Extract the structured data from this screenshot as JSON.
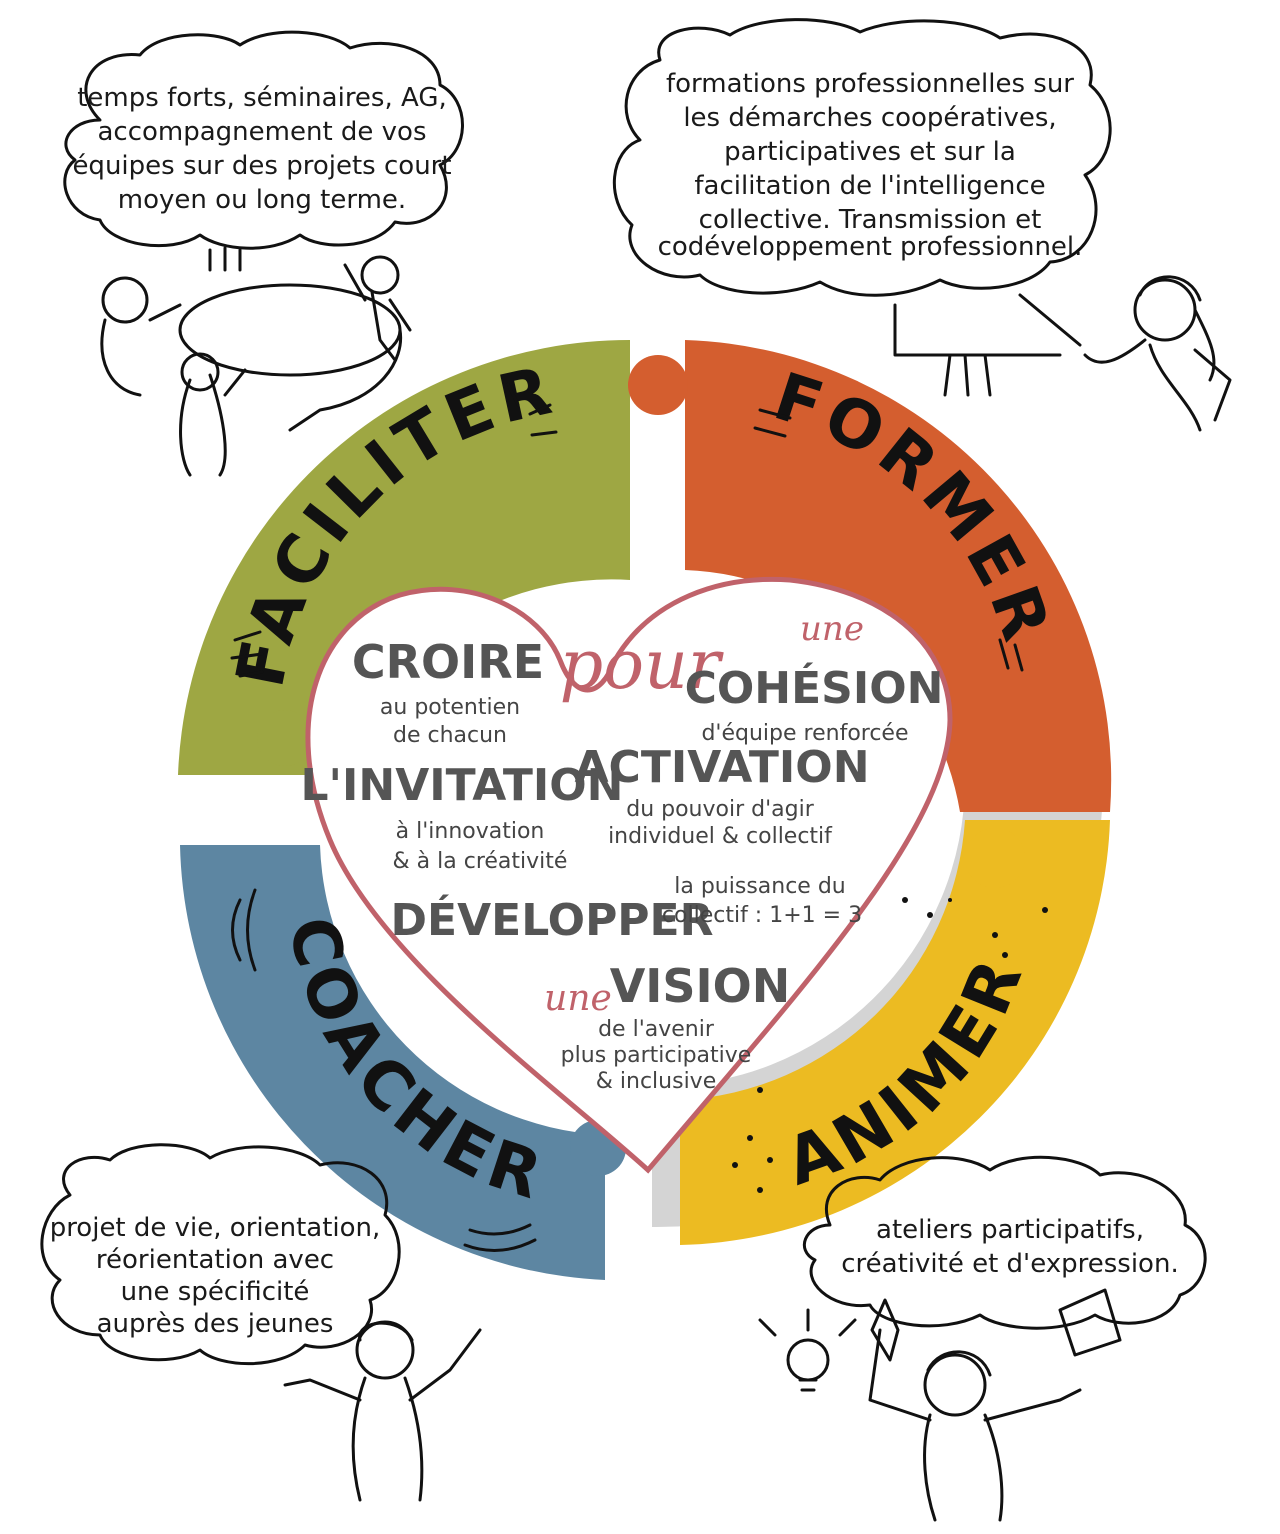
{
  "colors": {
    "faciliter": "#9ea743",
    "former": "#d45e2f",
    "coacher": "#5d86a2",
    "animer": "#ecbb22",
    "heart_stroke": "#c0626a",
    "heart_text": "#555555",
    "shadow": "#d4d4d4"
  },
  "pieces": {
    "faciliter": "FACILITER",
    "former": "FORMER",
    "coacher": "COACHER",
    "animer": "ANIMER"
  },
  "bubbles": {
    "faciliter": [
      "temps forts, séminaires, AG,",
      "accompagnement de vos",
      "équipes sur des projets court",
      "moyen ou long terme."
    ],
    "former": [
      "formations professionnelles sur",
      "les démarches coopératives,",
      "participatives et sur la",
      "facilitation de l'intelligence",
      "collective. Transmission et",
      "codéveloppement professionnel."
    ],
    "coacher": [
      "projet de vie, orientation,",
      "réorientation avec",
      "une spécificité",
      "auprès des jeunes"
    ],
    "animer": [
      "ateliers participatifs,",
      "créativité et d'expression."
    ]
  },
  "heart": {
    "pour": "pour",
    "croire": {
      "title": "CROIRE",
      "lines": [
        "au potentien",
        "de chacun"
      ]
    },
    "cohesion": {
      "prefix": "une",
      "title": "COHÉSION",
      "sub": "d'équipe renforcée"
    },
    "invitation": {
      "title": "L'INVITATION",
      "lines": [
        "à l'innovation",
        "& à la créativité"
      ]
    },
    "activation": {
      "title": "ACTIVATION",
      "lines": [
        "du pouvoir d'agir",
        "individuel & collectif"
      ]
    },
    "developper": {
      "title": "DÉVELOPPER",
      "lines": [
        "la puissance du",
        "collectif : 1+1 = 3"
      ]
    },
    "vision": {
      "prefix": "une",
      "title": "VISION",
      "lines": [
        "de l'avenir",
        "plus participative",
        "& inclusive"
      ]
    }
  },
  "icons": [
    "people-meeting-icon",
    "trainer-board-icon",
    "coach-person-icon",
    "creative-person-icon"
  ]
}
